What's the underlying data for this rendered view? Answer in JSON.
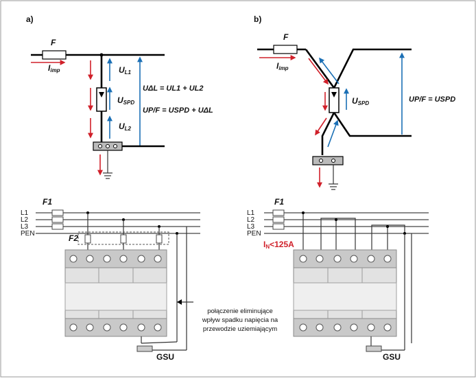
{
  "panel_a": {
    "label": "a)",
    "fuse": "F",
    "current": "I",
    "current_sub": "imp",
    "u_l1": "U",
    "u_l1_sub": "L1",
    "u_spd": "U",
    "u_spd_sub": "SPD",
    "u_l2": "U",
    "u_l2_sub": "L2",
    "formula1": "UΔL = UL1 + UL2",
    "formula2": "UP/F = USPD + UΔL"
  },
  "panel_b": {
    "label": "b)",
    "fuse": "F",
    "current": "I",
    "current_sub": "imp",
    "u_spd": "U",
    "u_spd_sub": "SPD",
    "formula": "UP/F = USPD"
  },
  "lower_left": {
    "fuse_main": "F1",
    "fuse_branch": "F2",
    "lines": [
      "L1",
      "L2",
      "L3",
      "PEN"
    ],
    "note": [
      "połączenie eliminujące",
      "wpływ spadku napięcia na",
      "przewodzie uziemiającym"
    ],
    "gsu": "GSU"
  },
  "lower_right": {
    "fuse_main": "F1",
    "lines": [
      "L1",
      "L2",
      "L3",
      "PEN"
    ],
    "rating_i": "I",
    "rating_sub": "N",
    "rating_value": "<125A",
    "gsu": "GSU"
  },
  "colors": {
    "red": "#d0202a",
    "blue": "#1a6fb5",
    "device": "#d9d9d9"
  }
}
